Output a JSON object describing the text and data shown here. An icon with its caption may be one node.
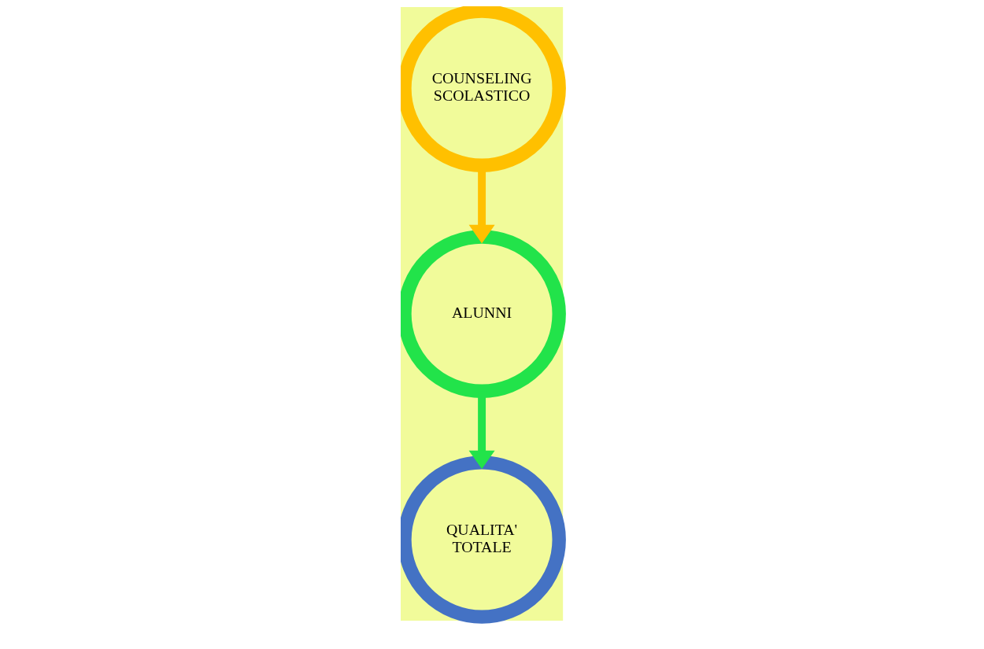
{
  "diagram": {
    "nodes": [
      {
        "text": [
          "COUNSELING SCOLASTICO"
        ]
      },
      {
        "text": [
          "ALUNNI"
        ]
      },
      {
        "text": [
          "QUALITA' TOTALE"
        ]
      }
    ],
    "edges": [
      {
        "from": 0,
        "to": 1,
        "arrow": "to",
        "color": "#ffc000"
      },
      {
        "from": 1,
        "to": 2,
        "arrow": "to",
        "color": "#22e34a"
      }
    ]
  }
}
